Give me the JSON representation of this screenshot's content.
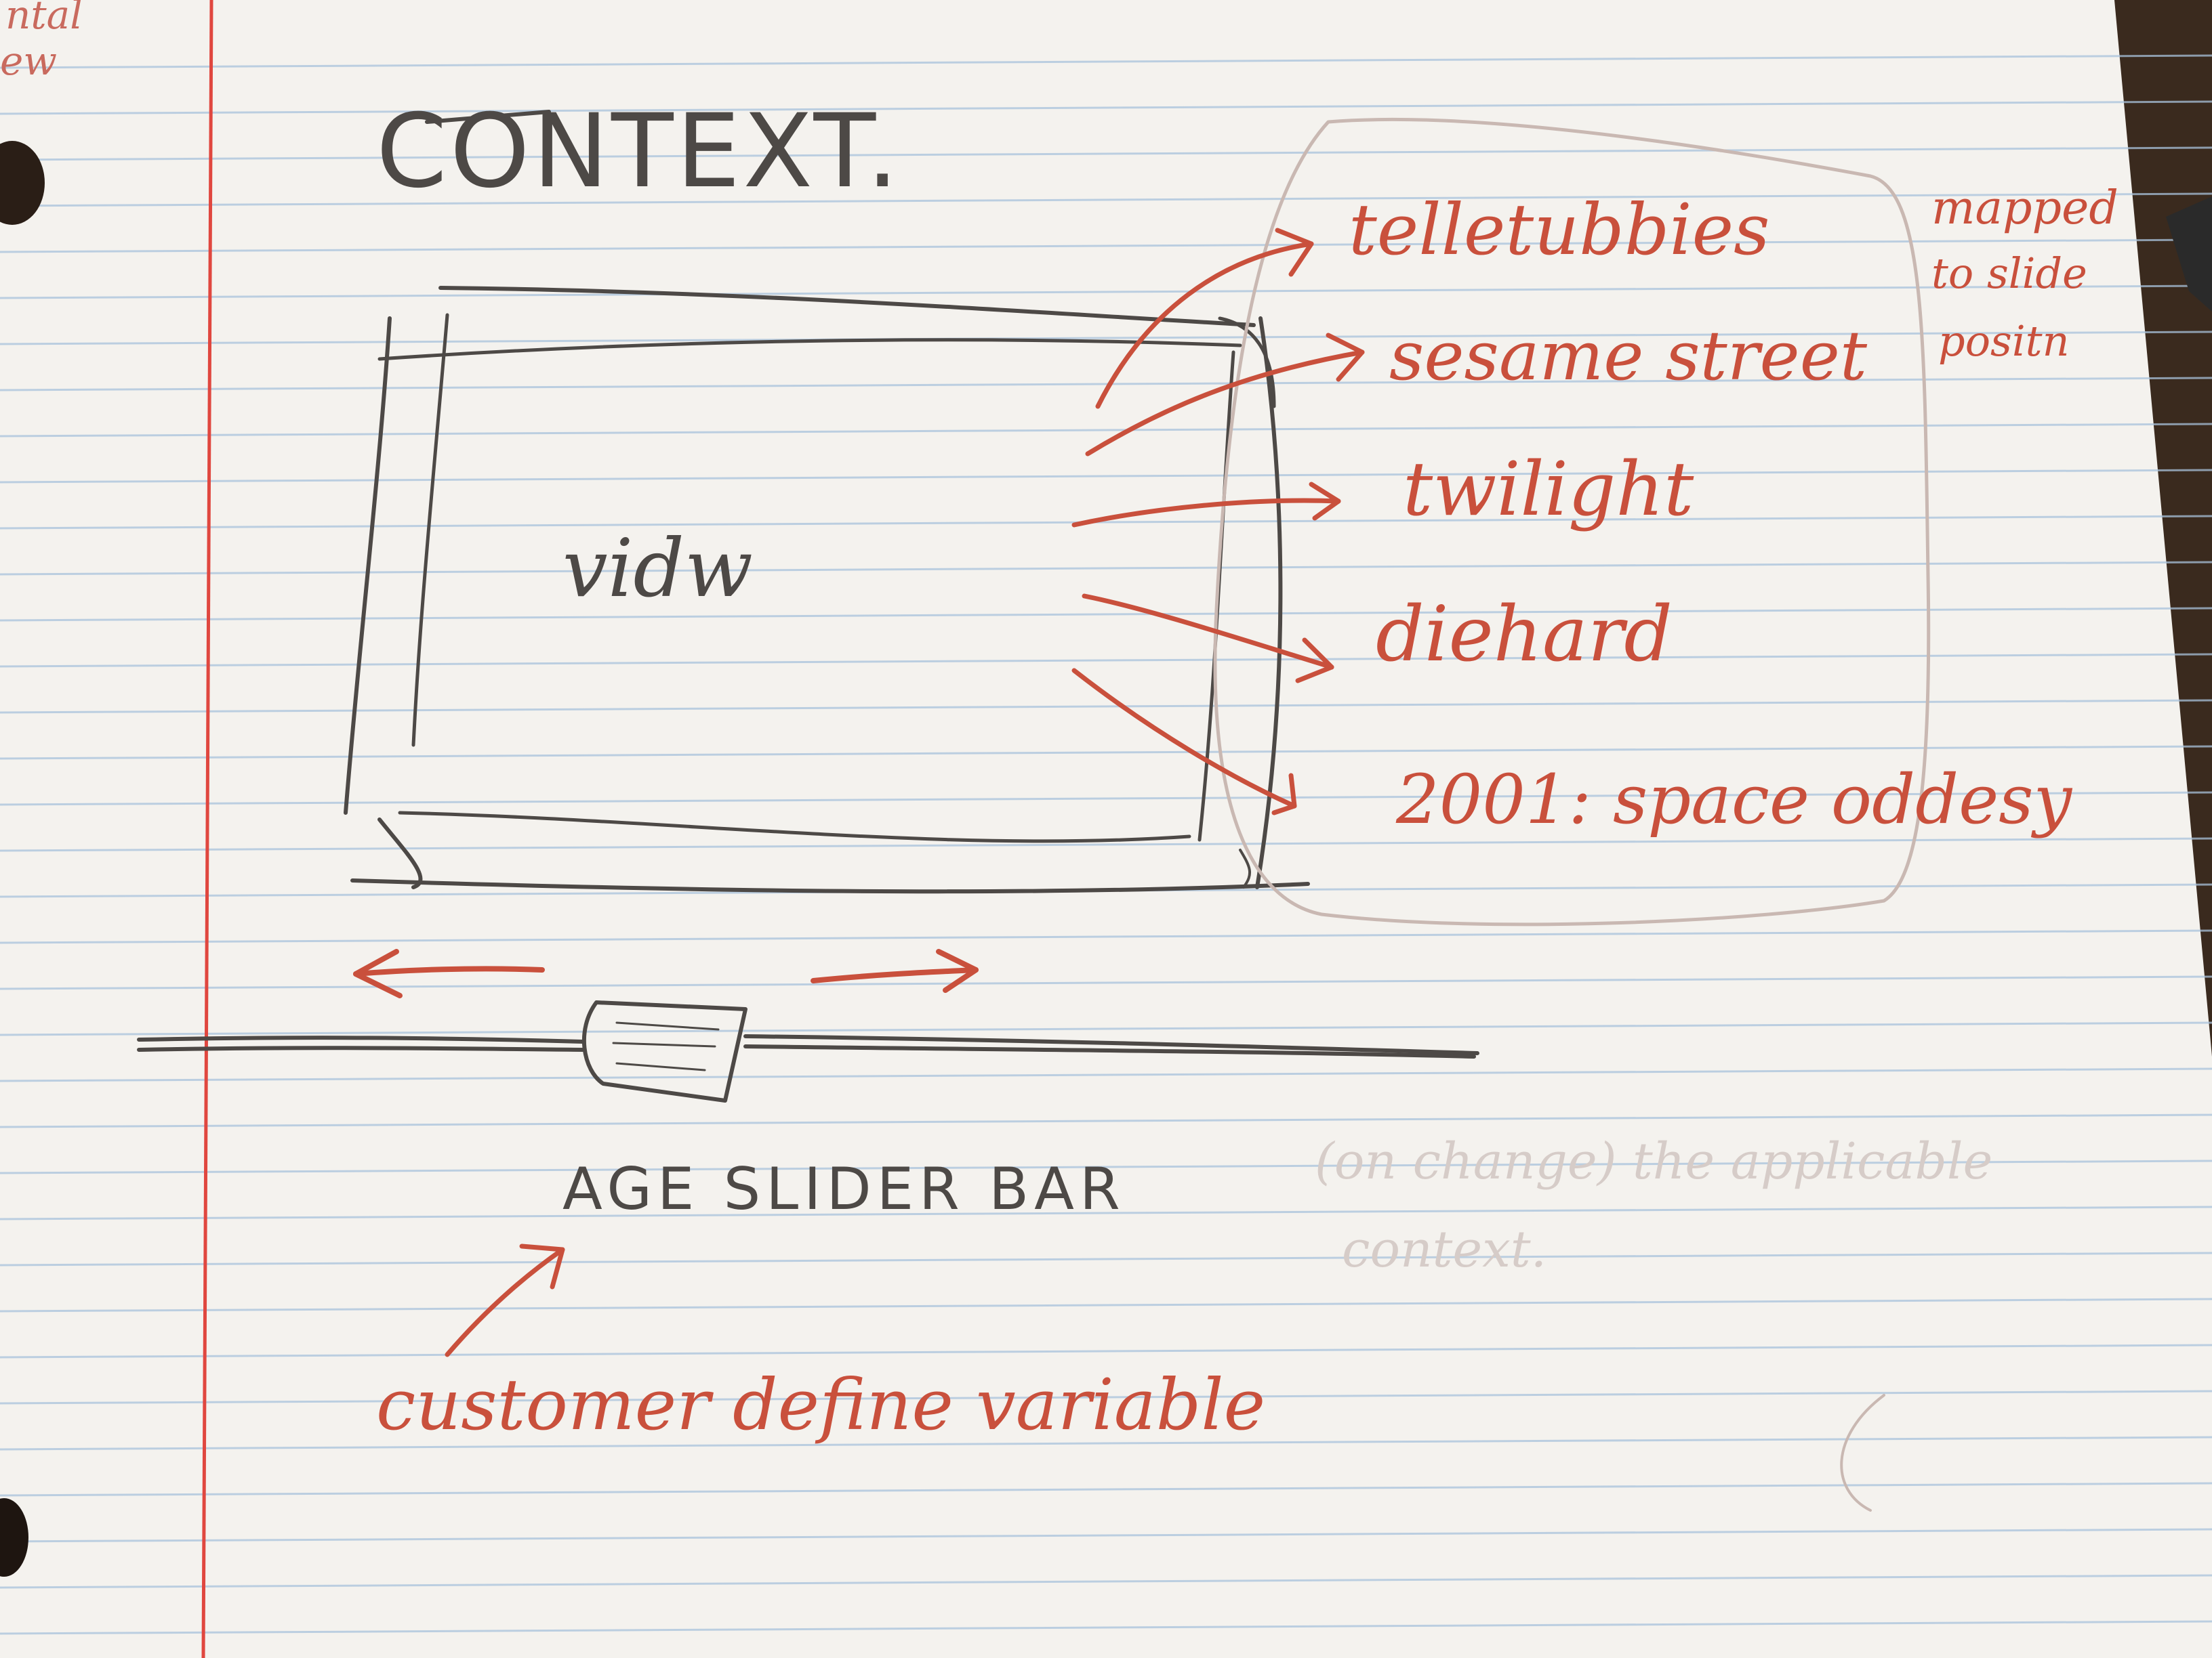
{
  "sketch": {
    "title": "CONTEXT.",
    "video_label": "vidw",
    "context_items": [
      "telletubbies",
      "sesame street",
      "twilight",
      "diehard",
      "2001: space oddesy"
    ],
    "side_note_lines": [
      "mapped",
      "to slide",
      "positn"
    ],
    "slider_label": "AGE SLIDER BAR",
    "annotation": "customer define variable",
    "faint_note_lines": [
      "(on change) the applicable",
      "context."
    ],
    "margin_scribble_lines": [
      "ntal",
      "ew"
    ]
  },
  "colors": {
    "paper": "#f4f2ee",
    "rule_line": "#a9c3dc",
    "margin_line": "#e0473f",
    "pencil": "#4d4946",
    "red_pencil": "#c9503c"
  }
}
